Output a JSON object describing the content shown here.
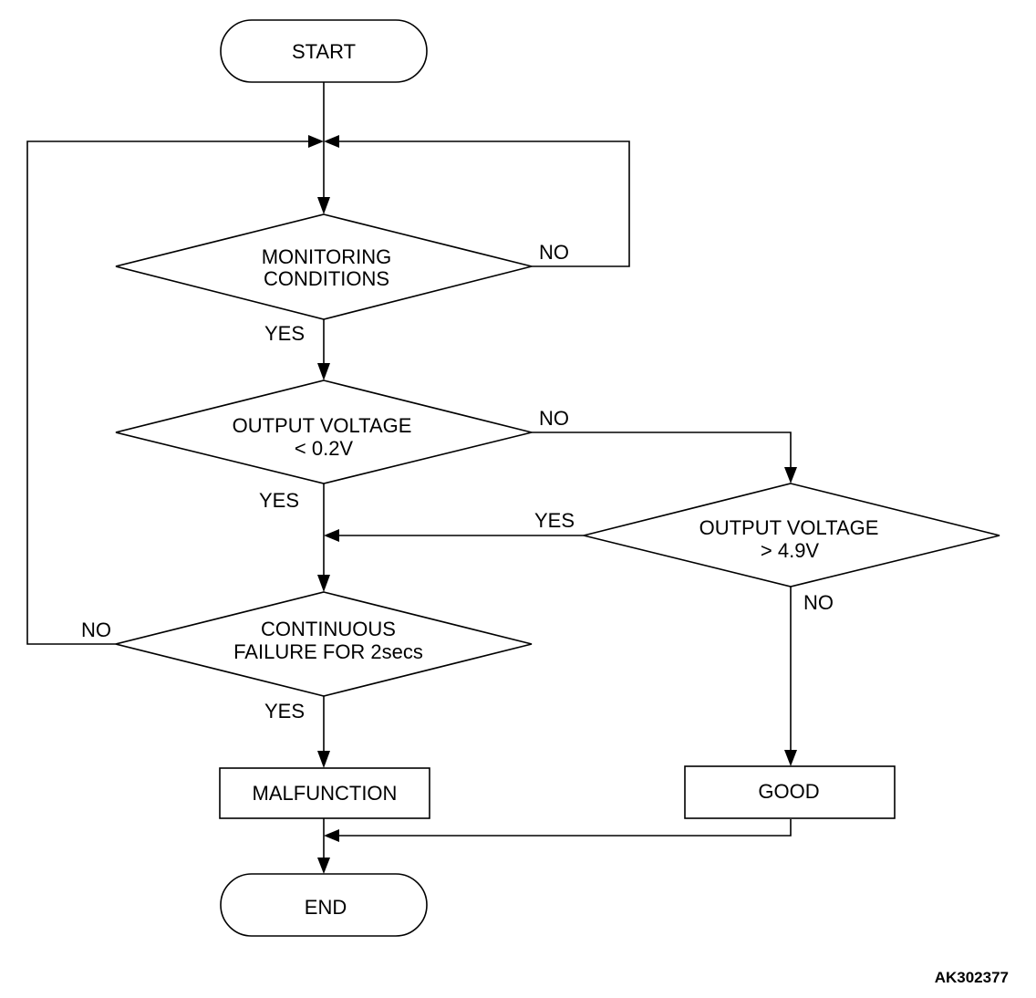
{
  "flowchart": {
    "start": "START",
    "end": "END",
    "monitoring": {
      "line1": "MONITORING",
      "line2": "CONDITIONS"
    },
    "low_voltage": {
      "line1": "OUTPUT VOLTAGE",
      "line2": "< 0.2V"
    },
    "high_voltage": {
      "line1": "OUTPUT VOLTAGE",
      "line2": "> 4.9V"
    },
    "continuous": {
      "line1": "CONTINUOUS",
      "line2": "FAILURE FOR 2secs"
    },
    "malfunction": "MALFUNCTION",
    "good": "GOOD",
    "yes": "YES",
    "no": "NO"
  },
  "figure_code": "AK302377"
}
